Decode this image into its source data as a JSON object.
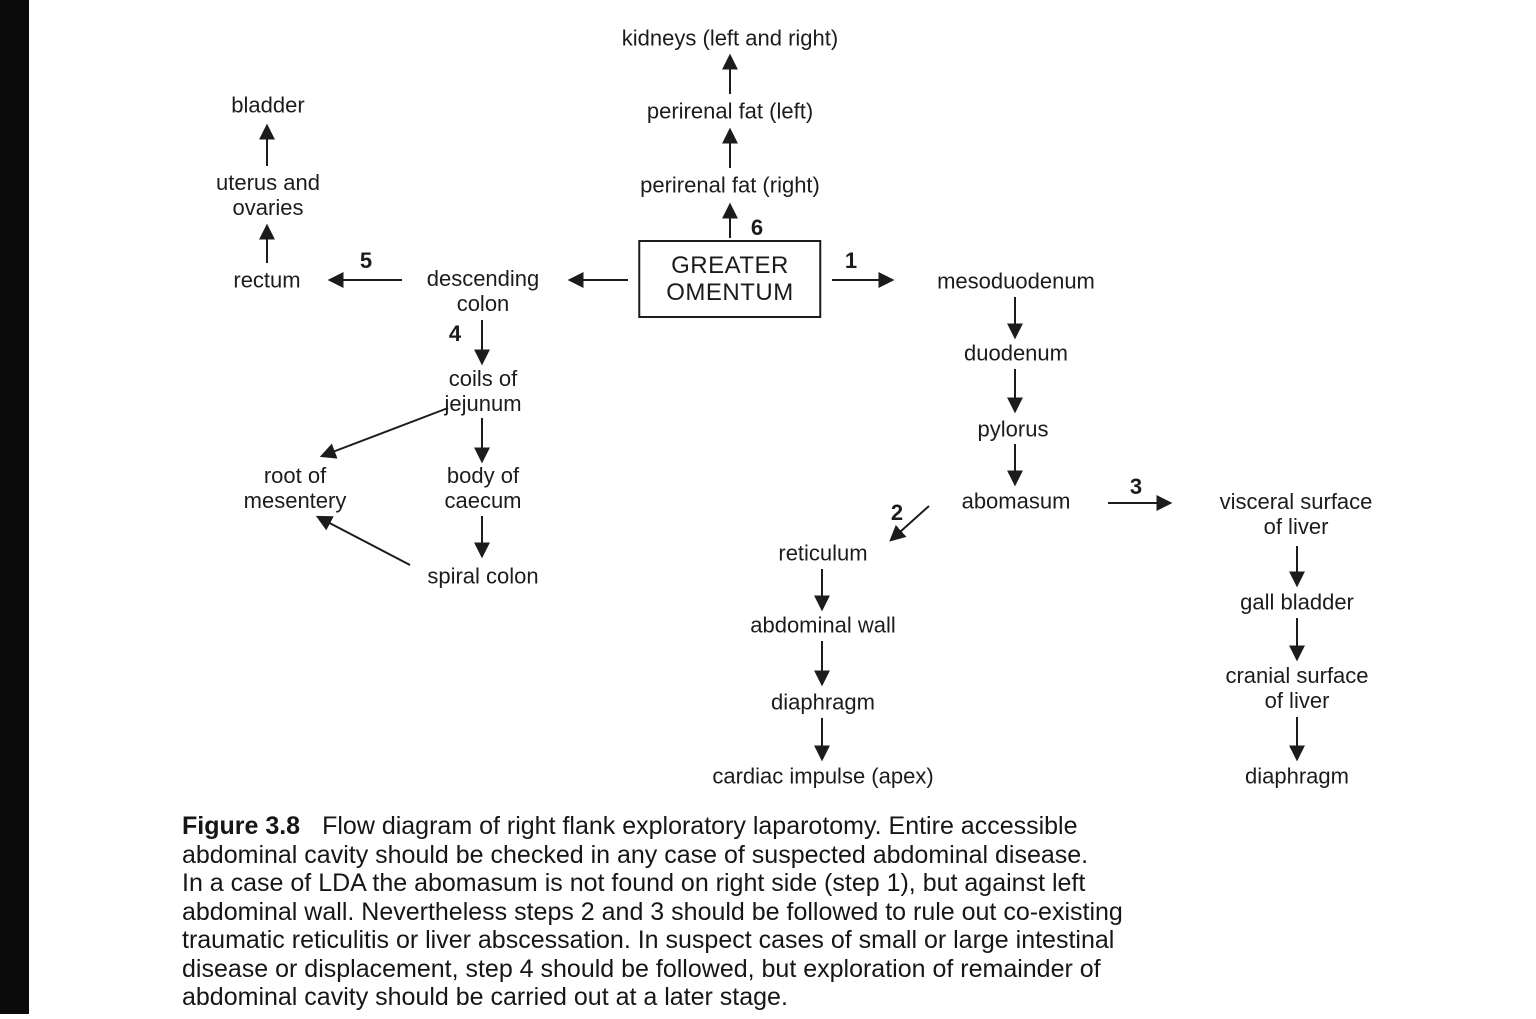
{
  "page": {
    "background": "#ffffff",
    "ink": "#1c1c1c"
  },
  "nodes": {
    "kidneys": "kidneys (left and right)",
    "perirenal_fat_left": "perirenal fat (left)",
    "perirenal_fat_right": "perirenal fat (right)",
    "greater_omentum": "GREATER\nOMENTUM",
    "mesoduodenum": "mesoduodenum",
    "descending_colon": "descending\ncolon",
    "rectum": "rectum",
    "uterus_and_ovaries": "uterus and\novaries",
    "bladder": "bladder",
    "coils_of_jejunum": "coils of\njejunum",
    "root_of_mesentery": "root of\nmesentery",
    "body_of_caecum": "body of\ncaecum",
    "spiral_colon": "spiral colon",
    "duodenum": "duodenum",
    "pylorus": "pylorus",
    "abomasum": "abomasum",
    "reticulum": "reticulum",
    "abdominal_wall": "abdominal wall",
    "diaphragm_left": "diaphragm",
    "cardiac_impulse": "cardiac impulse (apex)",
    "visceral_surface_of_liver": "visceral surface\nof liver",
    "gall_bladder": "gall bladder",
    "cranial_surface_of_liver": "cranial surface\nof liver",
    "diaphragm_right": "diaphragm"
  },
  "steps": {
    "step1": "1",
    "step2": "2",
    "step3": "3",
    "step4": "4",
    "step5": "5",
    "step6": "6"
  },
  "edges": [
    {
      "from": "greater_omentum",
      "to": "perirenal_fat_right",
      "step": "6"
    },
    {
      "from": "perirenal_fat_right",
      "to": "perirenal_fat_left"
    },
    {
      "from": "perirenal_fat_left",
      "to": "kidneys"
    },
    {
      "from": "greater_omentum",
      "to": "mesoduodenum",
      "step": "1"
    },
    {
      "from": "greater_omentum",
      "to": "descending_colon"
    },
    {
      "from": "descending_colon",
      "to": "rectum",
      "step": "5"
    },
    {
      "from": "rectum",
      "to": "uterus_and_ovaries"
    },
    {
      "from": "uterus_and_ovaries",
      "to": "bladder"
    },
    {
      "from": "descending_colon",
      "to": "coils_of_jejunum",
      "step": "4"
    },
    {
      "from": "coils_of_jejunum",
      "to": "root_of_mesentery"
    },
    {
      "from": "coils_of_jejunum",
      "to": "body_of_caecum"
    },
    {
      "from": "body_of_caecum",
      "to": "spiral_colon"
    },
    {
      "from": "spiral_colon",
      "to": "root_of_mesentery"
    },
    {
      "from": "mesoduodenum",
      "to": "duodenum"
    },
    {
      "from": "duodenum",
      "to": "pylorus"
    },
    {
      "from": "pylorus",
      "to": "abomasum"
    },
    {
      "from": "abomasum",
      "to": "reticulum",
      "step": "2"
    },
    {
      "from": "reticulum",
      "to": "abdominal_wall"
    },
    {
      "from": "abdominal_wall",
      "to": "diaphragm_left"
    },
    {
      "from": "diaphragm_left",
      "to": "cardiac_impulse"
    },
    {
      "from": "abomasum",
      "to": "visceral_surface_of_liver",
      "step": "3"
    },
    {
      "from": "visceral_surface_of_liver",
      "to": "gall_bladder"
    },
    {
      "from": "gall_bladder",
      "to": "cranial_surface_of_liver"
    },
    {
      "from": "cranial_surface_of_liver",
      "to": "diaphragm_right"
    }
  ],
  "caption": {
    "label": "Figure 3.8",
    "text": "Flow diagram of right flank exploratory laparotomy. Entire accessible\nabdominal cavity should be checked in any case of suspected abdominal disease.\nIn a case of LDA the abomasum is not found on right side (step 1), but against left\nabdominal wall. Nevertheless steps 2 and 3 should be followed to rule out co-existing\ntraumatic reticulitis or liver abscessation. In suspect cases of small or large intestinal\ndisease or displacement, step 4 should be followed, but exploration of remainder of\nabdominal cavity should be carried out at a later stage."
  }
}
